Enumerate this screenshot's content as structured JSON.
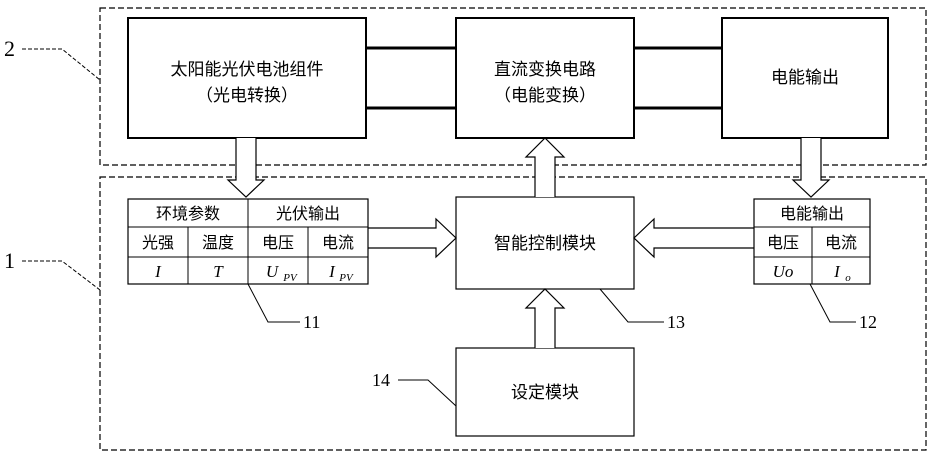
{
  "labels": {
    "system_2": "2",
    "system_1": "1",
    "ref_11": "11",
    "ref_12": "12",
    "ref_13": "13",
    "ref_14": "14"
  },
  "blocks": {
    "pv_module": {
      "line1": "太阳能光伏电池组件",
      "line2": "（光电转换）"
    },
    "dc_converter": {
      "line1": "直流变换电路",
      "line2": "（电能变换）"
    },
    "power_output": {
      "line1": "电能输出"
    },
    "control_module": {
      "line1": "智能控制模块"
    },
    "setting_module": {
      "line1": "设定模块"
    }
  },
  "table_11": {
    "header_env": "环境参数",
    "header_pv": "光伏输出",
    "col_light": "光强",
    "col_temp": "温度",
    "col_voltage": "电压",
    "col_current": "电流",
    "sym_light": "I",
    "sym_temp": "T",
    "sym_voltage": "U",
    "sym_voltage_sub": "PV",
    "sym_current": "I",
    "sym_current_sub": "PV"
  },
  "table_12": {
    "header": "电能输出",
    "col_voltage": "电压",
    "col_current": "电流",
    "sym_voltage": "Uo",
    "sym_current": "I",
    "sym_current_sub": "o"
  }
}
